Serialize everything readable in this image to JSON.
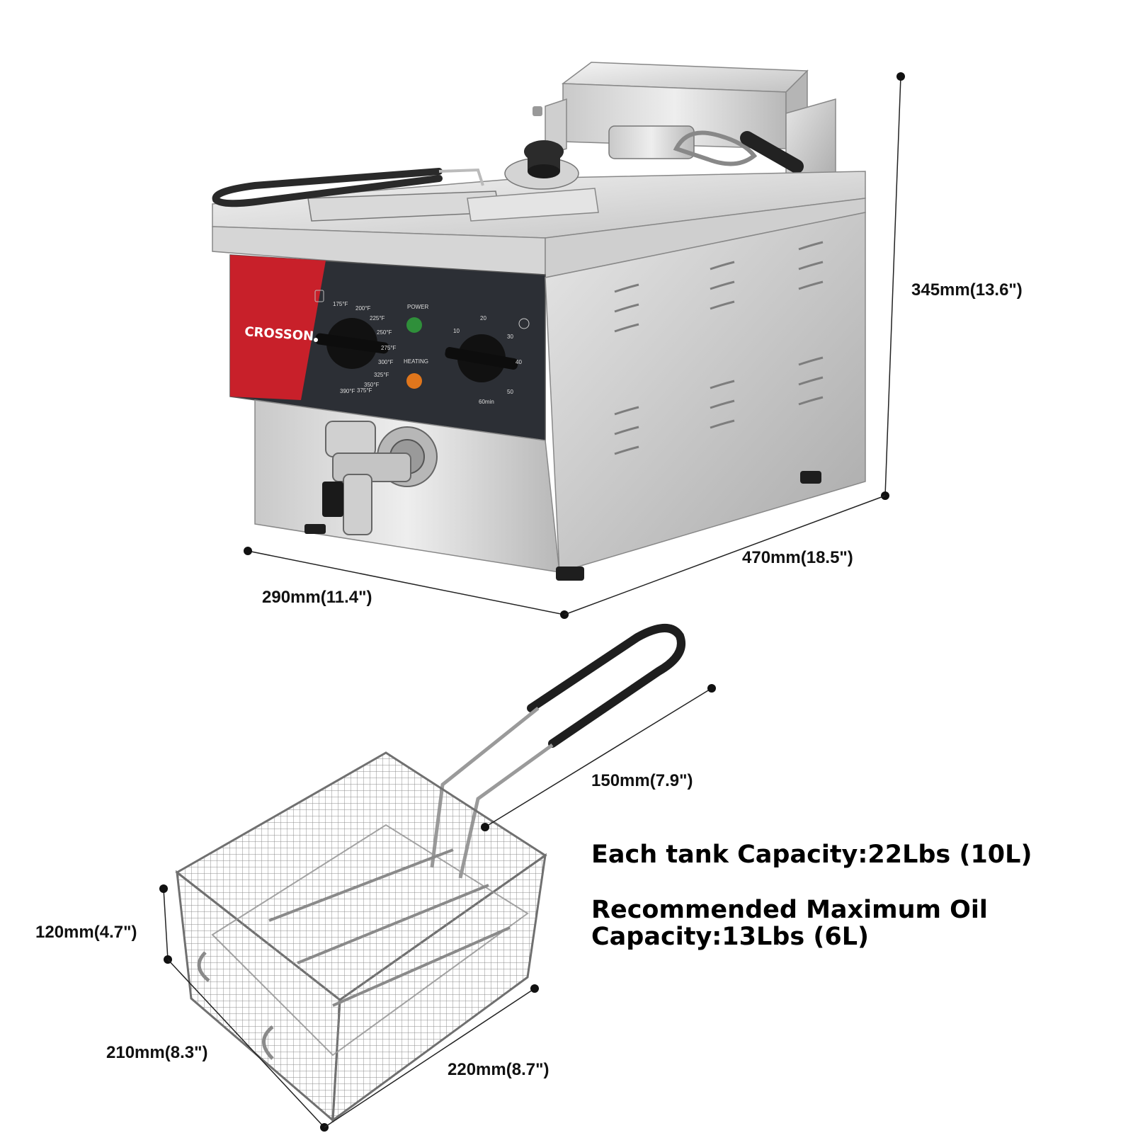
{
  "product": {
    "brand": "CROSSON",
    "panel": {
      "power_label": "POWER",
      "heating_label": "HEATING",
      "temp_dial_marks": [
        "175°F",
        "200°F",
        "225°F",
        "250°F",
        "275°F",
        "300°F",
        "325°F",
        "350°F",
        "375°F",
        "390°F"
      ],
      "timer_dial_marks": [
        "10",
        "20",
        "30",
        "40",
        "50",
        "60min"
      ],
      "power_light_color": "#2f8f3a",
      "heating_light_color": "#e0761c",
      "brand_panel_color": "#c8202a"
    }
  },
  "dimensions": {
    "fryer_height": "345mm(13.6\")",
    "fryer_depth": "470mm(18.5\")",
    "fryer_width": "290mm(11.4\")",
    "handle_length": "150mm(7.9\")",
    "basket_height": "120mm(4.7\")",
    "basket_width": "210mm(8.3\")",
    "basket_depth": "220mm(8.7\")"
  },
  "capacity": {
    "tank": "Each tank Capacity:22Lbs (10L)",
    "oil_line1": "Recommended Maximum Oil",
    "oil_line2": "Capacity:13Lbs (6L)"
  }
}
